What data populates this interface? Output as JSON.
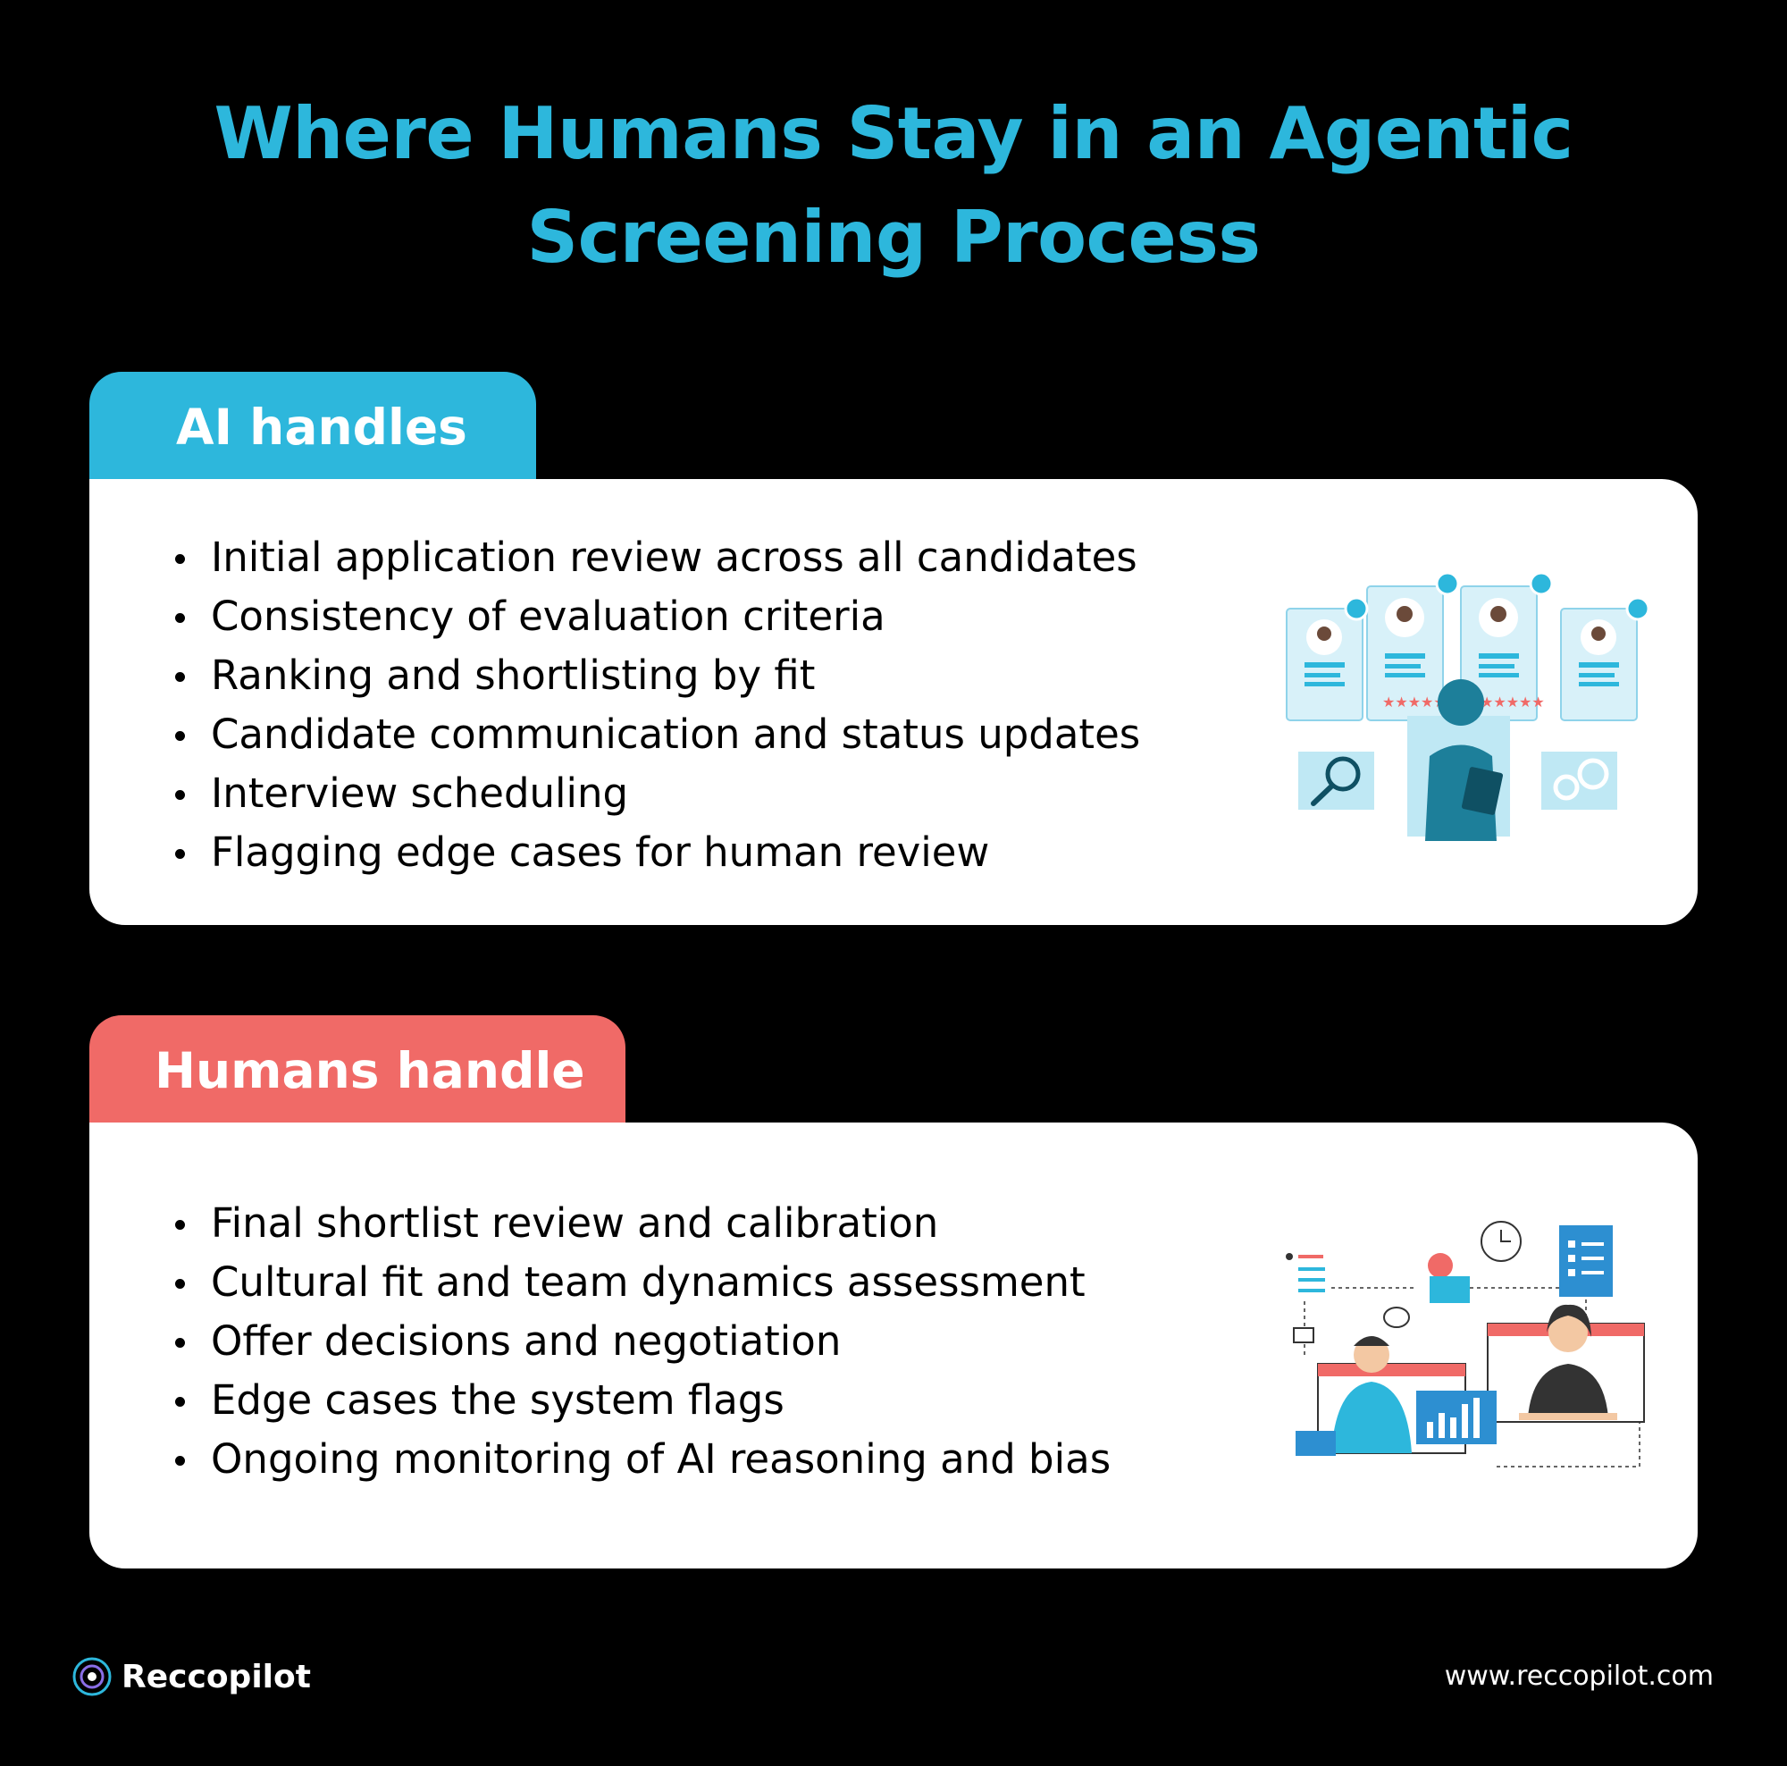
{
  "title": {
    "line1": "Where Humans Stay in an Agentic",
    "line2": "Screening Process"
  },
  "ai_section": {
    "tab_label": "AI handles",
    "items": [
      "Initial application review across all candidates",
      "Consistency of evaluation criteria",
      "Ranking and shortlisting by fit",
      "Candidate communication and status updates",
      "Interview scheduling",
      "Flagging edge cases for human review"
    ],
    "accent_color": "#2db7dc"
  },
  "human_section": {
    "tab_label": "Humans handle",
    "items": [
      "Final shortlist review and calibration",
      "Cultural fit and team dynamics assessment",
      "Offer decisions and negotiation",
      "Edge cases the system flags",
      "Ongoing monitoring of AI reasoning and bias"
    ],
    "accent_color": "#f06a67"
  },
  "footer": {
    "brand": "Reccopilot",
    "url": "www.reccopilot.com"
  },
  "icons": {
    "ai_illustration": "robot-reviewing-candidates-icon",
    "human_illustration": "people-collaborating-icon",
    "brand_logo": "reccopilot-logo-icon"
  }
}
